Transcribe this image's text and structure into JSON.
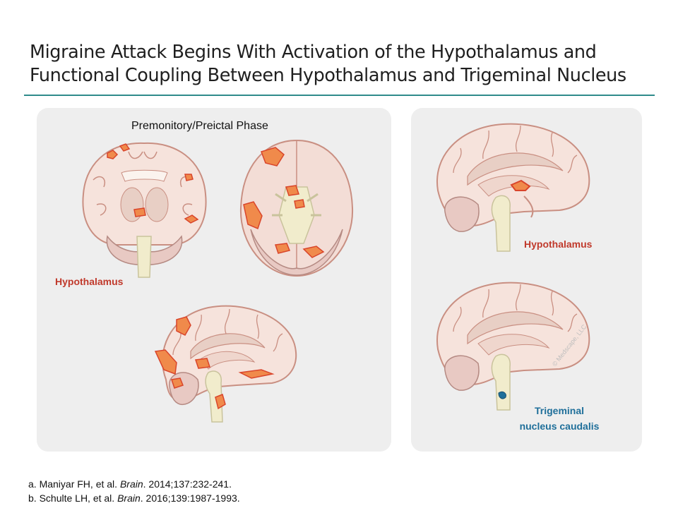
{
  "title": {
    "line1": "Migraine Attack Begins With Activation of the Hypothalamus and",
    "line2": "Functional Coupling Between Hypothalamus and Trigeminal Nucleus"
  },
  "left_panel": {
    "phase_title": "Premonitory/Preictal Phase",
    "label": "Hypothalamus"
  },
  "right_panel": {
    "label_top": "Hypothalamus",
    "label_bottom_line1": "Trigeminal",
    "label_bottom_line2": "nucleus caudalis"
  },
  "watermark": "© Medscape, LLC",
  "references": {
    "a_prefix": "a. Maniyar FH, et al. ",
    "a_journal": "Brain",
    "a_suffix": ". 2014;137:232-241.",
    "b_prefix": "b. Schulte LH, et al. ",
    "b_journal": "Brain",
    "b_suffix": ". 2016;139:1987-1993."
  },
  "colors": {
    "accent_rule": "#2e8b8b",
    "activation": "#f08a4b",
    "activation_outline": "#d9452b",
    "trigeminal": "#1f6f9a",
    "brain_fill": "#f6e3dc",
    "brain_outline": "#c98f82",
    "brainstem": "#f1eccc"
  }
}
